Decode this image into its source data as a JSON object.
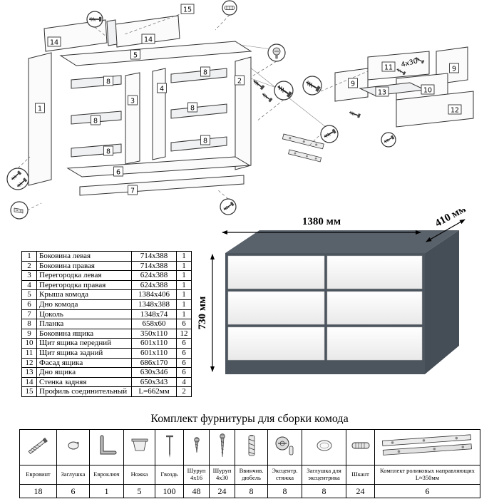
{
  "diagram": {
    "labels": [
      "15",
      "14",
      "5",
      "14",
      "1",
      "4",
      "3",
      "2",
      "8",
      "8",
      "8",
      "8",
      "8",
      "8",
      "6",
      "7",
      "11",
      "9",
      "9",
      "10",
      "13",
      "12",
      "4x30"
    ],
    "icons": [
      "confirmat-screw-icon",
      "corner-bracket-icon",
      "screw-icon",
      "wood-dowel-icon",
      "cam-lock-icon",
      "roller-rail-icon"
    ]
  },
  "product": {
    "width_label": "1380 мм",
    "depth_label": "410 мм",
    "height_label": "730 мм"
  },
  "parts": {
    "rows": [
      {
        "num": "1",
        "name": "Боковина левая",
        "size": "714x388",
        "qty": "1"
      },
      {
        "num": "2",
        "name": "Боковина правая",
        "size": "714x388",
        "qty": "1"
      },
      {
        "num": "3",
        "name": "Перегородка левая",
        "size": "624x388",
        "qty": "1"
      },
      {
        "num": "4",
        "name": "Перегородка правая",
        "size": "624x388",
        "qty": "1"
      },
      {
        "num": "5",
        "name": "Крыша комода",
        "size": "1384x406",
        "qty": "1"
      },
      {
        "num": "6",
        "name": "Дно комода",
        "size": "1348x388",
        "qty": "1"
      },
      {
        "num": "7",
        "name": "Цоколь",
        "size": "1348x74",
        "qty": "1"
      },
      {
        "num": "8",
        "name": "Планка",
        "size": "658x60",
        "qty": "6"
      },
      {
        "num": "9",
        "name": "Боковина ящика",
        "size": "350x110",
        "qty": "12"
      },
      {
        "num": "10",
        "name": "Щит ящика передний",
        "size": "601x110",
        "qty": "6"
      },
      {
        "num": "11",
        "name": "Щит ящика задний",
        "size": "601x110",
        "qty": "6"
      },
      {
        "num": "12",
        "name": "Фасад ящика",
        "size": "686x170",
        "qty": "6"
      },
      {
        "num": "13",
        "name": "Дно ящика",
        "size": "630x346",
        "qty": "6"
      },
      {
        "num": "14",
        "name": "Стенка задняя",
        "size": "650x343",
        "qty": "4"
      },
      {
        "num": "15",
        "name": "Профиль соединительный",
        "size": "L=662мм",
        "qty": "2"
      }
    ]
  },
  "hardware": {
    "title": "Комплект фурнитуры для сборки комода",
    "items": [
      {
        "name": "Евровинт",
        "qty": "18",
        "icon": "euroscrew-icon"
      },
      {
        "name": "Заглушка",
        "qty": "6",
        "icon": "plug-icon"
      },
      {
        "name": "Евроключ",
        "qty": "1",
        "icon": "hex-key-icon"
      },
      {
        "name": "Ножка",
        "qty": "5",
        "icon": "foot-icon"
      },
      {
        "name": "Гвоздь",
        "qty": "100",
        "icon": "nail-icon"
      },
      {
        "name": "Шуруп 4x16",
        "qty": "48",
        "icon": "screw-short-icon"
      },
      {
        "name": "Шуруп 4x30",
        "qty": "24",
        "icon": "screw-long-icon"
      },
      {
        "name": "Ввинчив. дюбель",
        "qty": "8",
        "icon": "screw-in-dowel-icon"
      },
      {
        "name": "Эксцентр. стяжка",
        "qty": "8",
        "icon": "cam-lock-icon"
      },
      {
        "name": "Заглушка для эксцентрика",
        "qty": "8",
        "icon": "cam-cap-icon"
      },
      {
        "name": "Шкант",
        "qty": "24",
        "icon": "wood-dowel-icon"
      },
      {
        "name": "Комплект роликовых направляющих L≈350мм",
        "qty": "6",
        "icon": "roller-rail-icon"
      }
    ]
  }
}
